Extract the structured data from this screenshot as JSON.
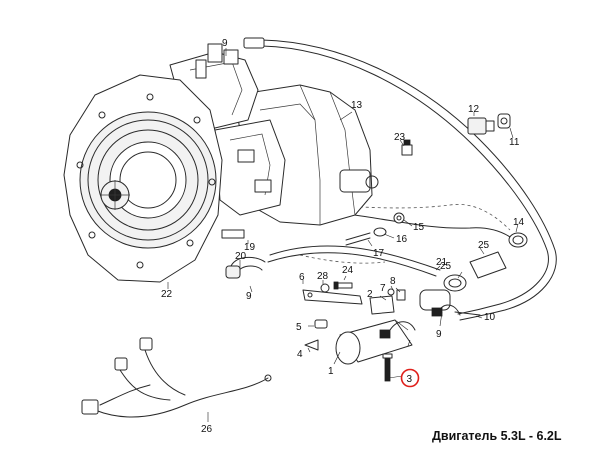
{
  "diagram": {
    "caption": "Двигатель 5.3L - 6.2L",
    "highlight_color": "#e0201b",
    "highlighted_callout": "3",
    "callouts": {
      "c1": "1",
      "c2": "2",
      "c3": "3",
      "c4": "4",
      "c5": "5",
      "c6": "6",
      "c7": "7",
      "c8": "8",
      "c9a": "9",
      "c9b": "9",
      "c9c": "9",
      "c10": "10",
      "c11": "11",
      "c12": "12",
      "c13": "13",
      "c14": "14",
      "c15": "15",
      "c16": "16",
      "c17": "17",
      "c19": "19",
      "c20": "20",
      "c21": "21",
      "c22": "22",
      "c23": "23",
      "c24": "24",
      "c25a": "25",
      "c25b": "25",
      "c26": "26",
      "c28": "28"
    }
  }
}
